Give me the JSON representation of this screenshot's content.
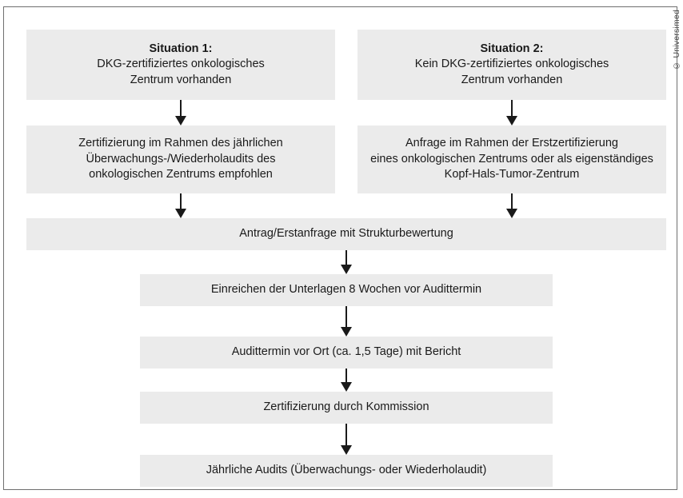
{
  "figure": {
    "credit": "© Universimed",
    "box_fill": "#ebebeb",
    "arrow_color": "#1a1a1a",
    "frame_color": "#6f6f6f"
  },
  "nodes": {
    "situation1": {
      "title": "Situation 1:",
      "line2": "DKG-zertifiziertes onkologisches",
      "line3": "Zentrum vorhanden"
    },
    "situation2": {
      "title": "Situation 2:",
      "line2": "Kein DKG-zertifiziertes onkologisches",
      "line3": "Zentrum vorhanden"
    },
    "zertifizierung_jaehrlich": {
      "line1": "Zertifizierung im Rahmen des jährlichen",
      "line2": "Überwachungs-/Wiederholaudits des",
      "line3": "onkologischen Zentrums empfohlen"
    },
    "anfrage_erstzertifizierung": {
      "line1": "Anfrage im Rahmen der Erstzertifizierung",
      "line2": "eines onkologischen Zentrums oder als eigenständiges",
      "line3": "Kopf-Hals-Tumor-Zentrum"
    },
    "antrag": {
      "line1": "Antrag/Erstanfrage mit Strukturbewertung"
    },
    "einreichen": {
      "line1": "Einreichen der Unterlagen 8 Wochen vor Audittermin"
    },
    "audittermin": {
      "line1": "Audittermin vor Ort (ca. 1,5 Tage) mit Bericht"
    },
    "kommission": {
      "line1": "Zertifizierung durch Kommission"
    },
    "jaehrliche_audits": {
      "line1": "Jährliche Audits (Überwachungs- oder Wiederholaudit)"
    }
  }
}
